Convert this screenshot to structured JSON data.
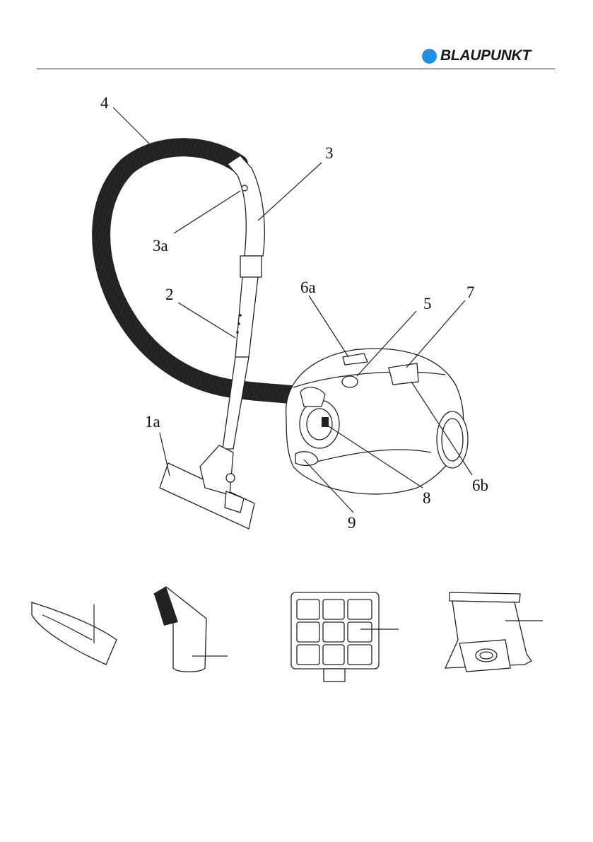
{
  "brand": {
    "name": "BLAUPUNKT",
    "dot_color": "#1e90e6"
  },
  "callouts": {
    "c4": "4",
    "c3": "3",
    "c3a": "3a",
    "c2": "2",
    "c6a": "6a",
    "c5": "5",
    "c7": "7",
    "c1a": "1a",
    "c8": "8",
    "c6b": "6b",
    "c9": "9"
  }
}
